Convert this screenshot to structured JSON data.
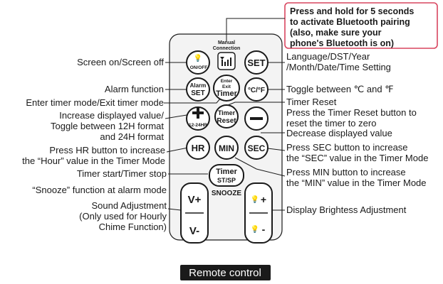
{
  "bluetooth_callout": [
    "Press and hold for 5 seconds",
    "to activate Bluetooth pairing",
    "(also, make sure your",
    "phone's Bluetooth is on)"
  ],
  "colors": {
    "callout_border": "#d9455f",
    "remote_body": "#f3f3f3",
    "caption_bg": "#1a1a1a",
    "caption_text": "#ffffff"
  },
  "remote": {
    "manual_connection_label": [
      "Manual",
      "Connection"
    ],
    "buttons": {
      "power_sub": "ON/OFF",
      "bt_icon": "bluetooth-signal-icon",
      "set": "SET",
      "alarm": [
        "Alarm",
        "SET"
      ],
      "timer_mode": [
        "Enter",
        "Exit",
        "Timer"
      ],
      "temp": "°C/°F",
      "plus_sub": "12-24HR",
      "timer_reset": [
        "Timer",
        "Reset"
      ],
      "hr": "HR",
      "min": "MIN",
      "sec": "SEC",
      "timer_stsp": [
        "Timer",
        "ST/SP"
      ],
      "snooze": "SNOOZE",
      "vol_up": "V+",
      "vol_down": "V-",
      "bright_up": "+",
      "bright_down": "-"
    }
  },
  "left_labels": {
    "screen": "Screen on/Screen off",
    "alarm": "Alarm function",
    "timer_mode": "Enter timer mode/Exit timer mode",
    "increase": [
      "Increase displayed value/",
      "Toggle between 12H format",
      "and 24H format"
    ],
    "hr": [
      "Press HR button to increase",
      "the “Hour” value in the Timer Mode"
    ],
    "timer_stsp": "Timer start/Timer stop",
    "snooze": "“Snooze” function at alarm mode",
    "sound": [
      "Sound Adjustment",
      "(Only used for Hourly",
      "Chime Function)"
    ]
  },
  "right_labels": {
    "set": [
      "Language/DST/Year",
      "/Month/Date/Time Setting"
    ],
    "temp": "Toggle between ℃ and ℉",
    "reset": [
      "Timer Reset",
      "Press the Timer Reset button to",
      "reset the timer to zero"
    ],
    "decrease": "Decrease displayed value",
    "sec": [
      "Press SEC button to increase",
      "the “SEC” value in the Timer Mode"
    ],
    "min": [
      "Press MIN button to increase",
      "the “MIN” value in the Timer Mode"
    ],
    "brightness": "Display Brightess Adjustment"
  },
  "caption": "Remote control"
}
